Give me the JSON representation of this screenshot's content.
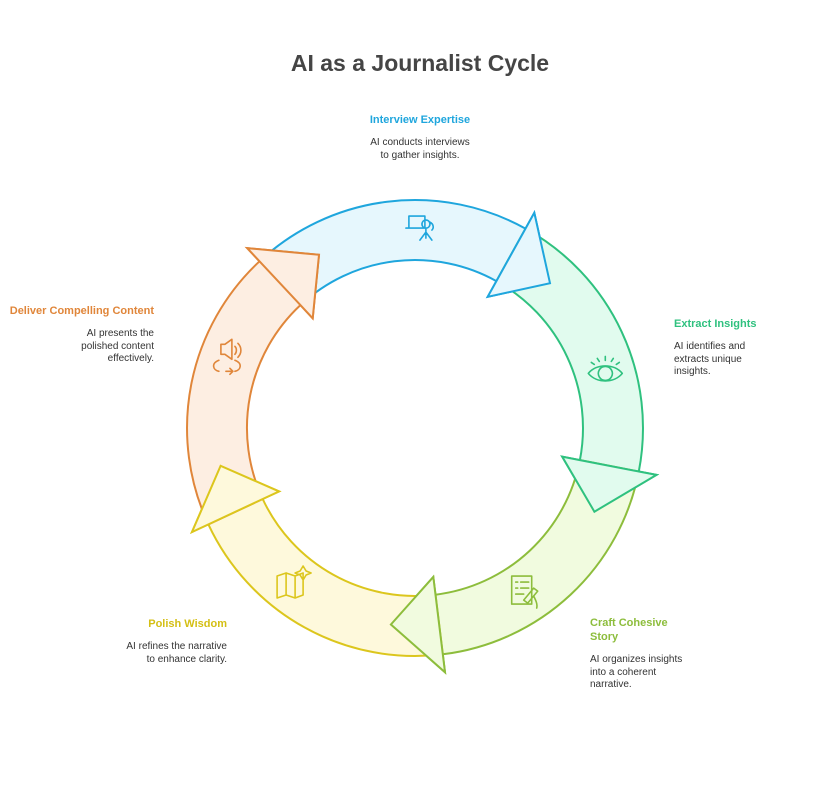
{
  "title": "AI as a Journalist Cycle",
  "steps": [
    {
      "title": "Interview Expertise",
      "desc": "AI conducts interviews to gather insights.",
      "icon": "presenter-icon",
      "stroke": "#1fa6dd",
      "fill": "#e6f7fd"
    },
    {
      "title": "Extract Insights",
      "desc": "AI identifies and extracts unique insights.",
      "icon": "eye-lightbulb-icon",
      "stroke": "#2fc17f",
      "fill": "#e1fbee"
    },
    {
      "title": "Craft Cohesive Story",
      "desc": "AI organizes insights into a coherent narrative.",
      "icon": "writing-list-icon",
      "stroke": "#8dbd3c",
      "fill": "#f1fbdf"
    },
    {
      "title": "Polish Wisdom",
      "desc": "AI refines the narrative to enhance clarity.",
      "icon": "map-sparkle-icon",
      "stroke": "#dcc61d",
      "fill": "#fef9dc"
    },
    {
      "title": "Deliver Compelling Content",
      "desc": "AI presents the polished content effectively.",
      "icon": "speaker-cycle-icon",
      "stroke": "#e0863a",
      "fill": "#fdeee2"
    }
  ]
}
